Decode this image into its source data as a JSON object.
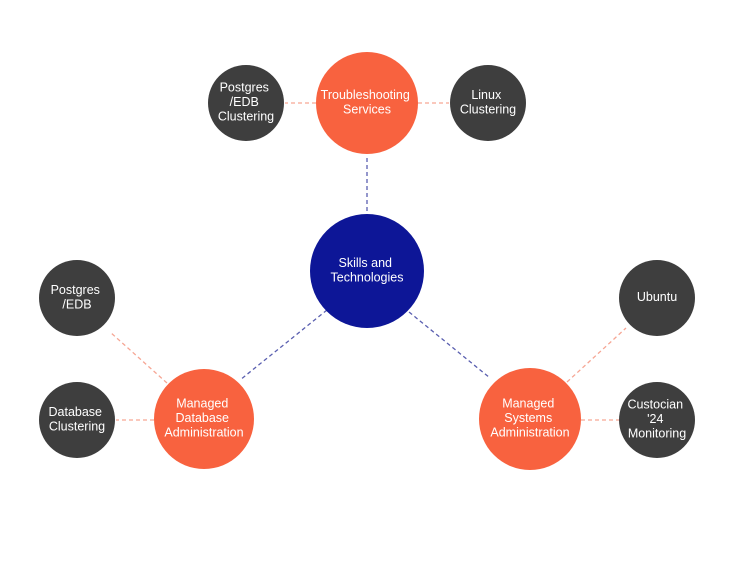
{
  "colors": {
    "hub": "#0d1697",
    "category": "#f8623f",
    "leaf": "#3e3e3e",
    "text": "#ffffff",
    "edge_hub": "#5a5fb0",
    "edge_category": "#f6a694"
  },
  "nodes": {
    "hub": {
      "lines": [
        "Skills and",
        "Technologies"
      ]
    },
    "troubleshooting": {
      "lines": [
        "Troubleshooting",
        "Services"
      ]
    },
    "managed_db": {
      "lines": [
        "Managed",
        "Database",
        "Administration"
      ]
    },
    "managed_sys": {
      "lines": [
        "Managed",
        "Systems",
        "Administration"
      ]
    },
    "postgres_edb_clustering": {
      "lines": [
        "Postgres",
        "/EDB",
        "Clustering"
      ]
    },
    "linux_clustering": {
      "lines": [
        "Linux",
        "Clustering"
      ]
    },
    "postgres_edb": {
      "lines": [
        "Postgres",
        "/EDB"
      ]
    },
    "database_clustering": {
      "lines": [
        "Database",
        "Clustering"
      ]
    },
    "ubuntu": {
      "lines": [
        "Ubuntu"
      ]
    },
    "custocian_monitoring": {
      "lines": [
        "Custocian",
        "'24",
        "Monitoring"
      ]
    }
  }
}
